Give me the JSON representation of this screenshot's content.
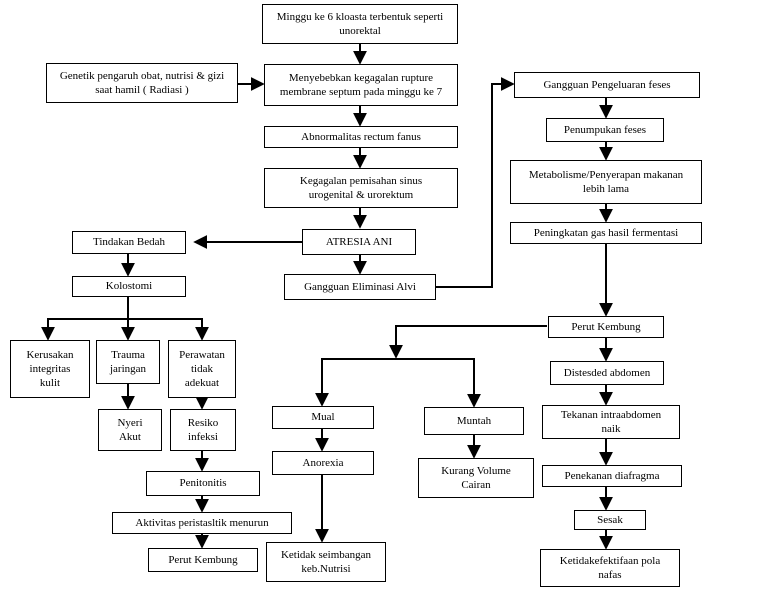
{
  "diagram": {
    "nodes": {
      "minggu6": "Minggu ke 6 kloasta terbentuk seperti\nunorektal",
      "genetik": "Genetik pengaruh obat, nutrisi & gizi\nsaat hamil ( Radiasi )",
      "menyebabkan": "Menyebebkan kegagalan rupture\nmembrane septum pada minggu ke 7",
      "abnormalitas": "Abnormalitas rectum fanus",
      "kegagalan": "Kegagalan pemisahan sinus\nurogenital & urorektum",
      "atresia": "ATRESIA ANI",
      "tindakan": "Tindakan Bedah",
      "kolostomi": "Kolostomi",
      "gangguan_eliminasi": "Gangguan Eliminasi Alvi",
      "kerusakan": "Kerusakan\nintegritas\nkulit",
      "trauma": "Trauma\njaringan",
      "perawatan": "Perawatan\ntidak\nadekuat",
      "nyeri": "Nyeri\nAkut",
      "resiko": "Resiko\ninfeksi",
      "penitonitis": "Penitonitis",
      "aktivitas": "Aktivitas peristasltik menurun",
      "perut_kembung_kiri": "Perut Kembung",
      "gangguan_pengeluaran": "Gangguan Pengeluaran feses",
      "penumpukan": "Penumpukan feses",
      "metabolisme": "Metabolisme/Penyerapan makanan\nlebih lama",
      "peningkatan": "Peningkatan gas hasil fermentasi",
      "perut_kembung": "Perut Kembung",
      "distesded": "Distesded abdomen",
      "tekanan": "Tekanan intraabdomen\nnaik",
      "penekanan": "Penekanan diafragma",
      "sesak": "Sesak",
      "ketidakefektifan": "Ketidakefektifaan pola\nnafas",
      "mual": "Mual",
      "anorexia": "Anorexia",
      "ketidak_seimbangan": "Ketidak seimbangan\nkeb.Nutrisi",
      "muntah": "Muntah",
      "kurang_volume": "Kurang Volume\nCairan"
    }
  }
}
